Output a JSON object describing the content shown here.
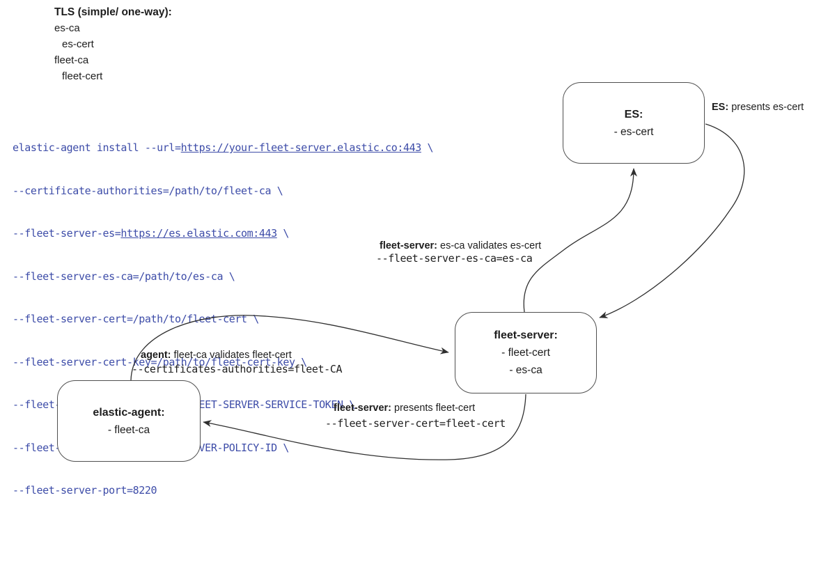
{
  "tls_block": {
    "title": "TLS (simple/ one-way):",
    "items": [
      {
        "label": "es-ca"
      },
      {
        "label": "es-cert"
      },
      {
        "label": "fleet-ca"
      },
      {
        "label": "fleet-cert"
      }
    ]
  },
  "command": {
    "lines": [
      {
        "pre": "elastic-agent install --url=",
        "link": "https://your-fleet-server.elastic.co:443",
        "post": " \\"
      },
      {
        "pre": "--certificate-authorities=/path/to/fleet-ca \\"
      },
      {
        "pre": "--fleet-server-es=",
        "link": "https://es.elastic.com:443",
        "post": " \\"
      },
      {
        "pre": "--fleet-server-es-ca=/path/to/es-ca \\"
      },
      {
        "pre": "--fleet-server-cert=/path/to/fleet-cert \\"
      },
      {
        "pre": "--fleet-server-cert-key=/path/to/fleet-cert-key \\"
      },
      {
        "pre": "--fleet-server-service-token=FLEET-SERVER-SERVICE-TOKEN \\"
      },
      {
        "pre": "--fleet-server-policy=FLEET-SERVER-POLICY-ID \\"
      },
      {
        "pre": "--fleet-server-port=8220"
      }
    ]
  },
  "nodes": {
    "es": {
      "title": "ES:",
      "items": [
        "- es-cert"
      ]
    },
    "fleet_server": {
      "title": "fleet-server:",
      "items": [
        "- fleet-cert",
        "- es-ca"
      ]
    },
    "elastic_agent": {
      "title": "elastic-agent:",
      "items": [
        "- fleet-ca"
      ]
    }
  },
  "edge_labels": {
    "es_presents": {
      "bold": "ES:",
      "text": " presents es-cert"
    },
    "fleet_validates": {
      "bold": "fleet-server:",
      "text": " es-ca validates es-cert",
      "code": "--fleet-server-es-ca=es-ca"
    },
    "agent_validates": {
      "bold": "agent:",
      "text": " fleet-ca validates fleet-cert",
      "code": "--certificates-authorities=fleet-CA"
    },
    "fleet_presents": {
      "bold": "fleet-server:",
      "text": " presents fleet-cert",
      "code": "--fleet-server-cert=fleet-cert"
    }
  },
  "colors": {
    "arrow_line": "#2f2f2f",
    "box_border": "#4f4f4f",
    "command_text": "#3d4ca8",
    "body_text": "#1d1d1d"
  }
}
